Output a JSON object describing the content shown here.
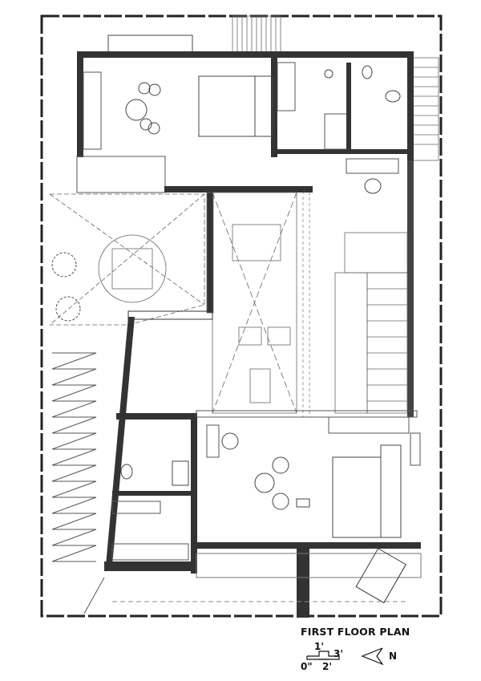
{
  "title": "FIRST FLOOR PLAN",
  "scale_bar": {
    "labels": [
      "0\"",
      "1'",
      "2'",
      "3'"
    ]
  },
  "north_arrow": {
    "label": "N"
  },
  "colors": {
    "wall": "#333333",
    "line": "#555555",
    "background": "#ffffff"
  }
}
